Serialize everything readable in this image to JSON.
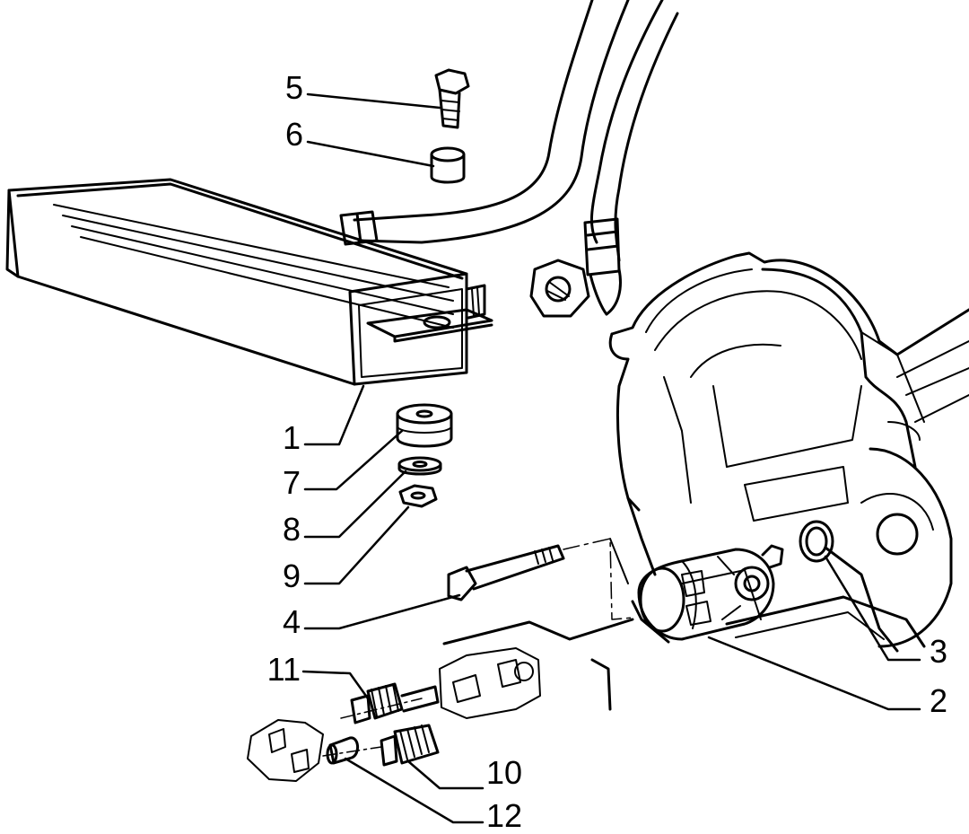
{
  "colors": {
    "ink": "#000000",
    "paper": "#ffffff"
  },
  "parts": [
    {
      "id": "1",
      "label": "1",
      "name": "oil-cooler"
    },
    {
      "id": "2",
      "label": "2",
      "name": "pump-unit"
    },
    {
      "id": "3",
      "label": "3",
      "name": "o-ring"
    },
    {
      "id": "4",
      "label": "4",
      "name": "long-bolt"
    },
    {
      "id": "5",
      "label": "5",
      "name": "bolt"
    },
    {
      "id": "6",
      "label": "6",
      "name": "spacer-sleeve"
    },
    {
      "id": "7",
      "label": "7",
      "name": "rubber-mount"
    },
    {
      "id": "8",
      "label": "8",
      "name": "washer"
    },
    {
      "id": "9",
      "label": "9",
      "name": "nut"
    },
    {
      "id": "10",
      "label": "10",
      "name": "drive-gear"
    },
    {
      "id": "11",
      "label": "11",
      "name": "driven-gear"
    },
    {
      "id": "12",
      "label": "12",
      "name": "sleeve-bushing"
    }
  ]
}
